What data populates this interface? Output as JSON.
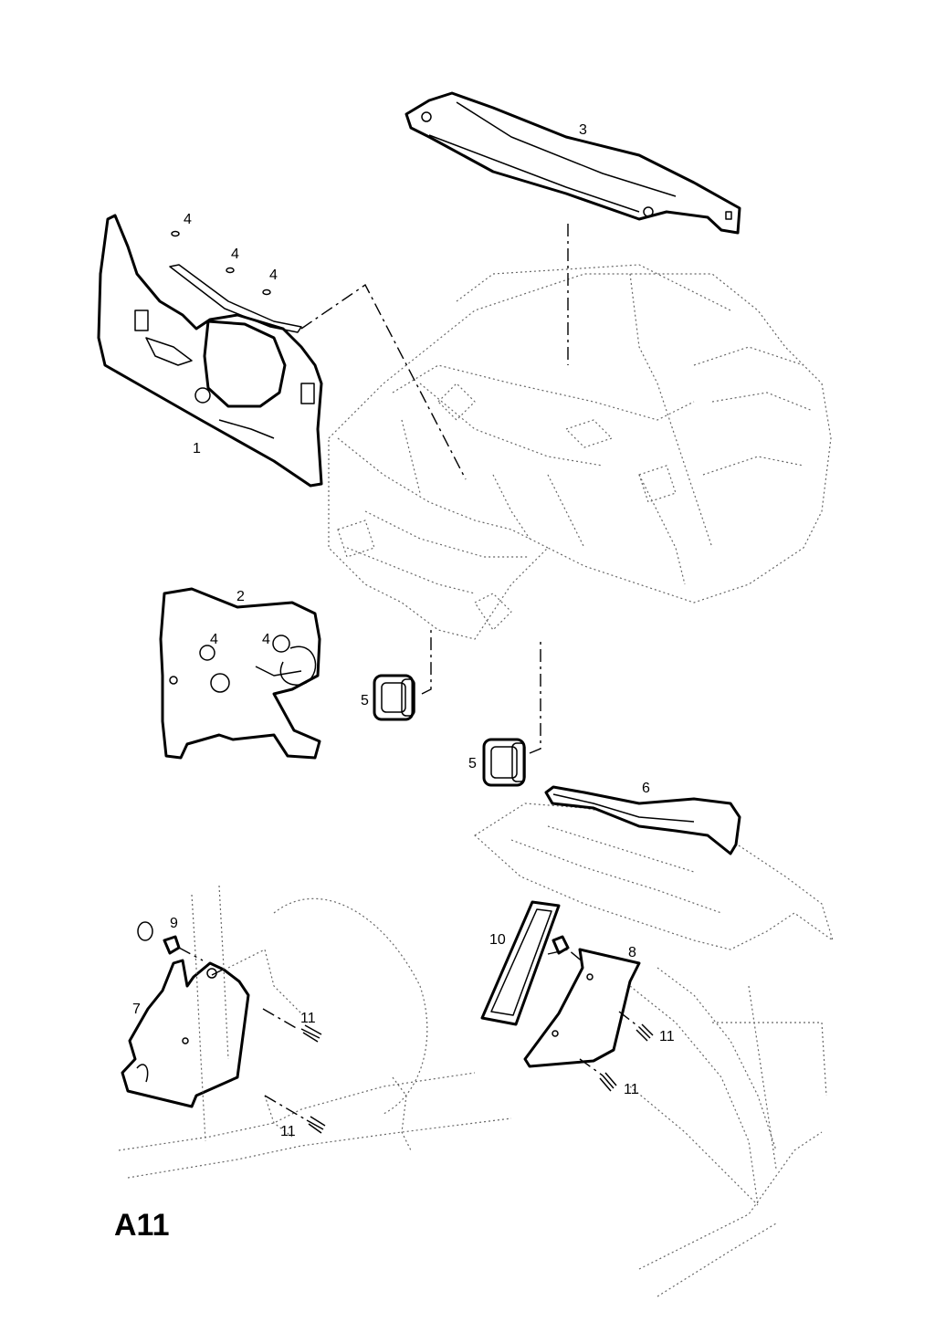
{
  "diagram_code": "A11",
  "callouts": {
    "c1": "1",
    "c2": "2",
    "c3": "3",
    "c4": "4",
    "c5": "5",
    "c6": "6",
    "c7": "7",
    "c8": "8",
    "c9": "9",
    "c10": "10",
    "c11": "11"
  }
}
